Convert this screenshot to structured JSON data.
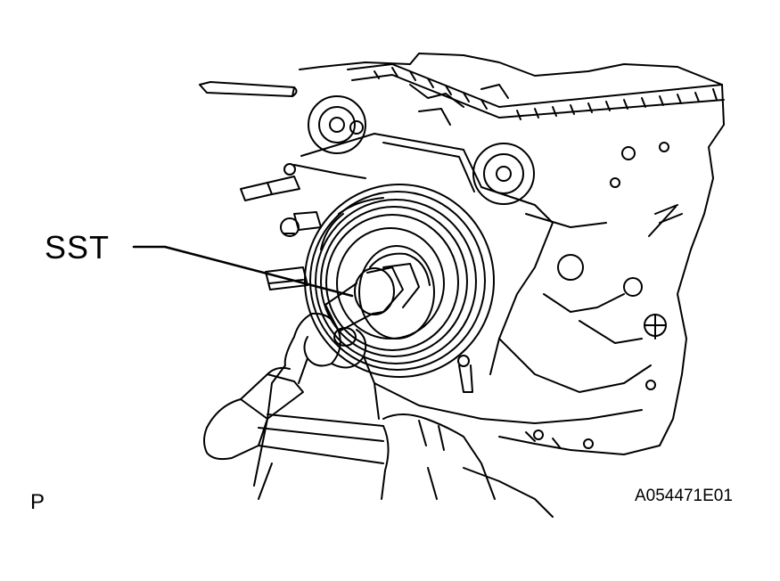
{
  "figure": {
    "callout_label": "SST",
    "view_letter": "P",
    "figure_id": "A054471E01"
  },
  "icons": {
    "engine": "engine-block-icon",
    "pulley": "crankshaft-pulley-icon",
    "hammer": "hammer-icon",
    "tool": "special-service-tool-icon"
  },
  "colors": {
    "line": "#000000",
    "background": "#ffffff"
  }
}
